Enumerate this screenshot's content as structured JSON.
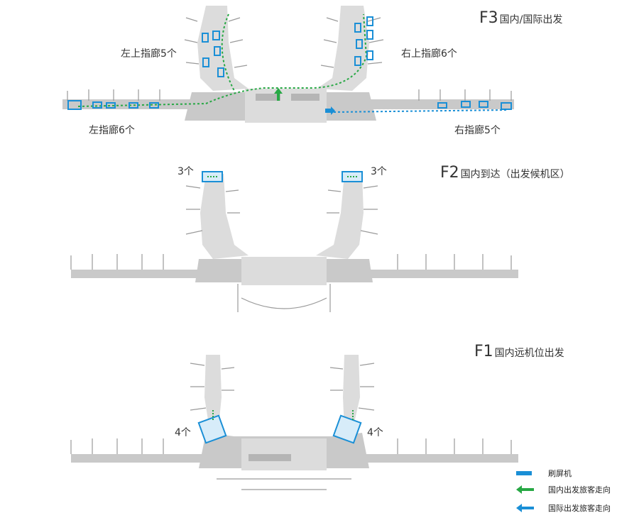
{
  "floors": {
    "f3": {
      "floor": "F3",
      "desc": "国内/国际出发",
      "labels": {
        "top_left": "左上指廊5个",
        "top_right": "右上指廊6个",
        "left": "左指廊6个",
        "right": "右指廊5个"
      }
    },
    "f2": {
      "floor": "F2",
      "desc": "国内到达（出发候机区）",
      "labels": {
        "left": "3个",
        "right": "3个"
      }
    },
    "f1": {
      "floor": "F1",
      "desc": "国内远机位出发",
      "labels": {
        "left": "4个",
        "right": "4个"
      }
    }
  },
  "legend": [
    {
      "label": "刷屏机",
      "color": "#1a8fd6",
      "style": "bar",
      "icon": "kiosk-bar-icon"
    },
    {
      "label": "国内出发旅客走向",
      "color": "#27a844",
      "style": "arrow",
      "icon": "green-arrow-icon"
    },
    {
      "label": "国际出发旅客走向",
      "color": "#1a8fd6",
      "style": "arrow",
      "icon": "blue-arrow-icon"
    }
  ],
  "colors": {
    "kiosk": "#1a8fd6",
    "domestic": "#27a844",
    "international": "#1a8fd6",
    "building": "#c9c9c9"
  }
}
